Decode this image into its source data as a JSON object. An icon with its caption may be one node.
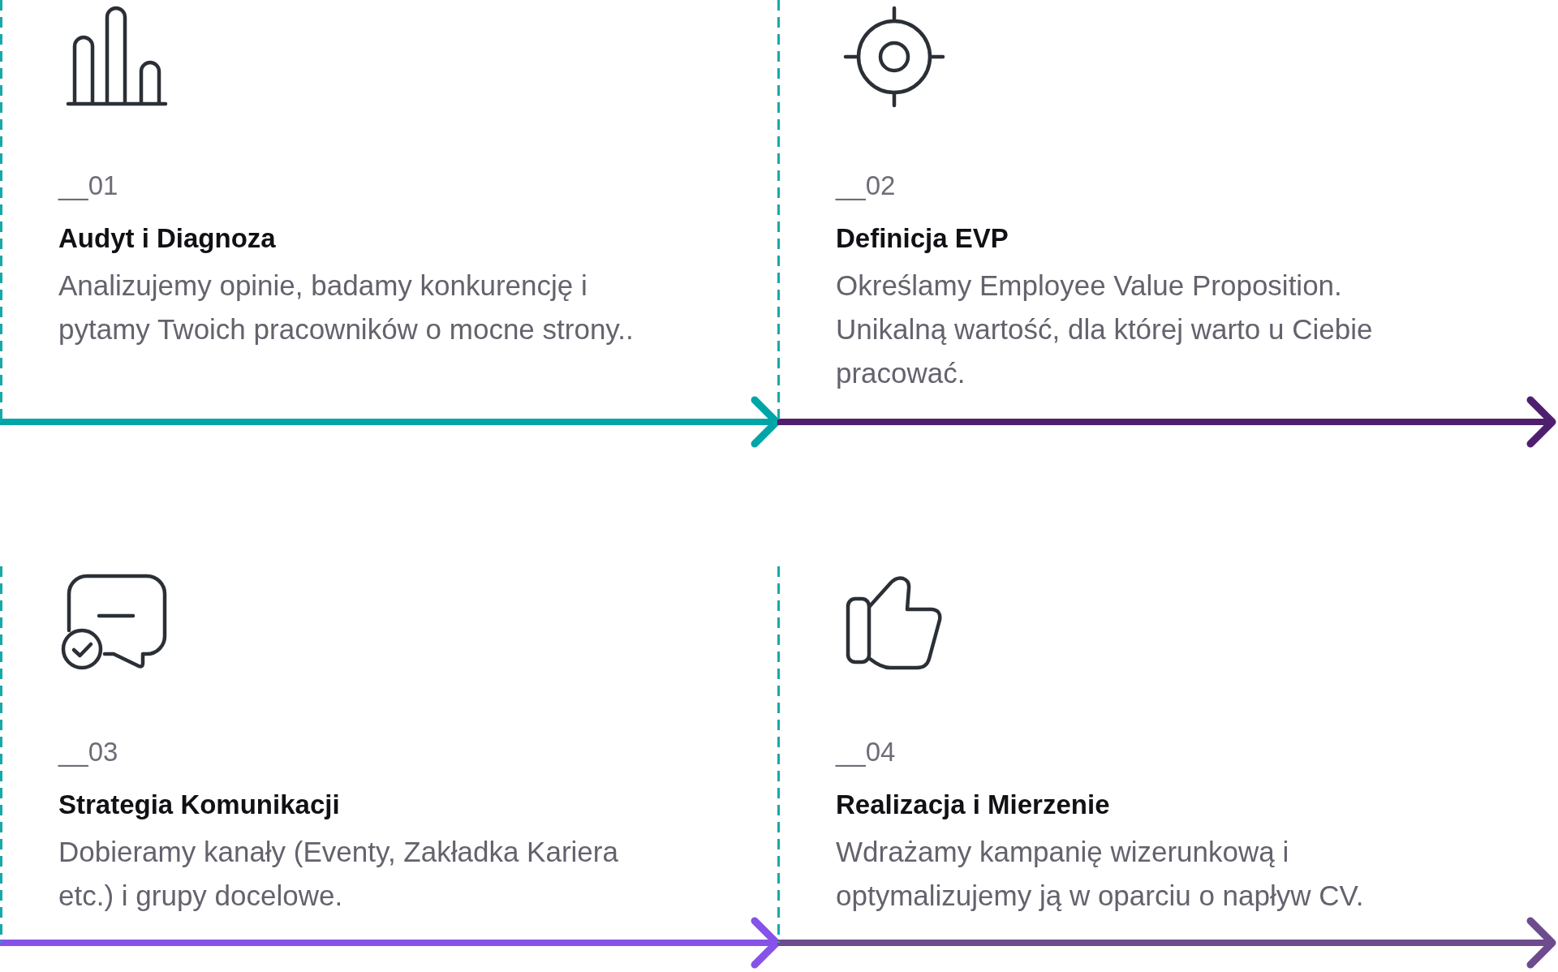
{
  "diagram": {
    "nodes": [
      {
        "text": [
          "__01",
          "Audyt i Diagnoza",
          "Analizujemy opinie, badamy konkurencję i pytamy Twoich pracowników o mocne strony.."
        ]
      },
      {
        "text": [
          "__02",
          "Definicja EVP",
          "Określamy Employee Value Proposition. Unikalną wartość, dla której warto u Ciebie pracować."
        ]
      },
      {
        "text": [
          "__03",
          "Strategia Komunikacji",
          "Dobieramy kanały (Eventy, Zakładka Kariera etc.) i grupy docelowe."
        ]
      },
      {
        "text": [
          "__04",
          "Realizacja i Mierzenie",
          "Wdrażamy kampanię wizerunkową i optymalizujemy ją w oparciu o napływ CV."
        ]
      }
    ],
    "edges": [
      {
        "from": 0,
        "to": 1,
        "arrow": "to",
        "color": "#00a5a8"
      },
      {
        "from": 1,
        "to": null,
        "arrow": "to",
        "color": "#4f1f6f"
      },
      {
        "from": 2,
        "to": 3,
        "arrow": "to",
        "color": "#8652e8"
      },
      {
        "from": 3,
        "to": null,
        "arrow": "to",
        "color": "#6d4b8e"
      }
    ]
  }
}
